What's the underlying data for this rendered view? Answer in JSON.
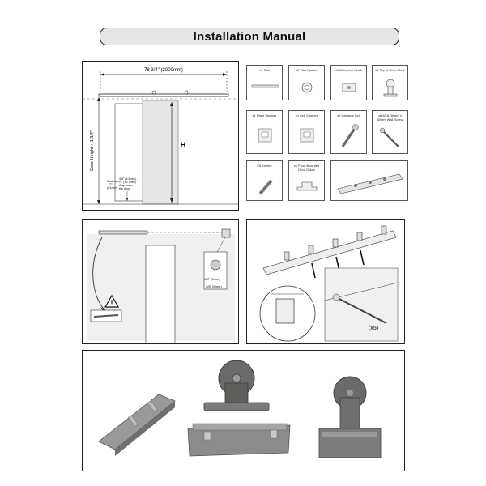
{
  "header": {
    "title": "Installation Manual"
  },
  "diagram_top": {
    "width_label": "78 3/4\" (2000mm)",
    "height_label": "H",
    "door_height_label": "Door Height + 1 3/4\"",
    "minimum_label": "Minimum",
    "minimum_value": "2\"",
    "minimum_mm": "(51mm)",
    "gap_line1": "3/8\" (9.5mm) -",
    "gap_line2": "½\" (12.7mm)",
    "gap_line3": "Gap under",
    "gap_line4": "the door"
  },
  "parts": [
    {
      "label": "x1 Rail"
    },
    {
      "label": "x6 Wall Spacer"
    },
    {
      "label": "x2 Anti-jump block"
    },
    {
      "label": "x2 Top of Door Strap"
    },
    {
      "label": "x1 Right Stopper"
    },
    {
      "label": "x1 Left Stopper"
    },
    {
      "label": "x2 Carriage Bolt"
    },
    {
      "label": "x6 5/16 (8mm) x 60mm Wall Screw"
    },
    {
      "label": "X5 Anchor"
    },
    {
      "label": "x1 Floor-Mounted Door Guide"
    },
    {
      "label": ""
    }
  ],
  "diagram_mid_left": {
    "dim1": "1/8\" (3mm)",
    "dim2": "5/8\" (8mm)"
  },
  "diagram_mid_right": {
    "count_label": "(x5)"
  }
}
